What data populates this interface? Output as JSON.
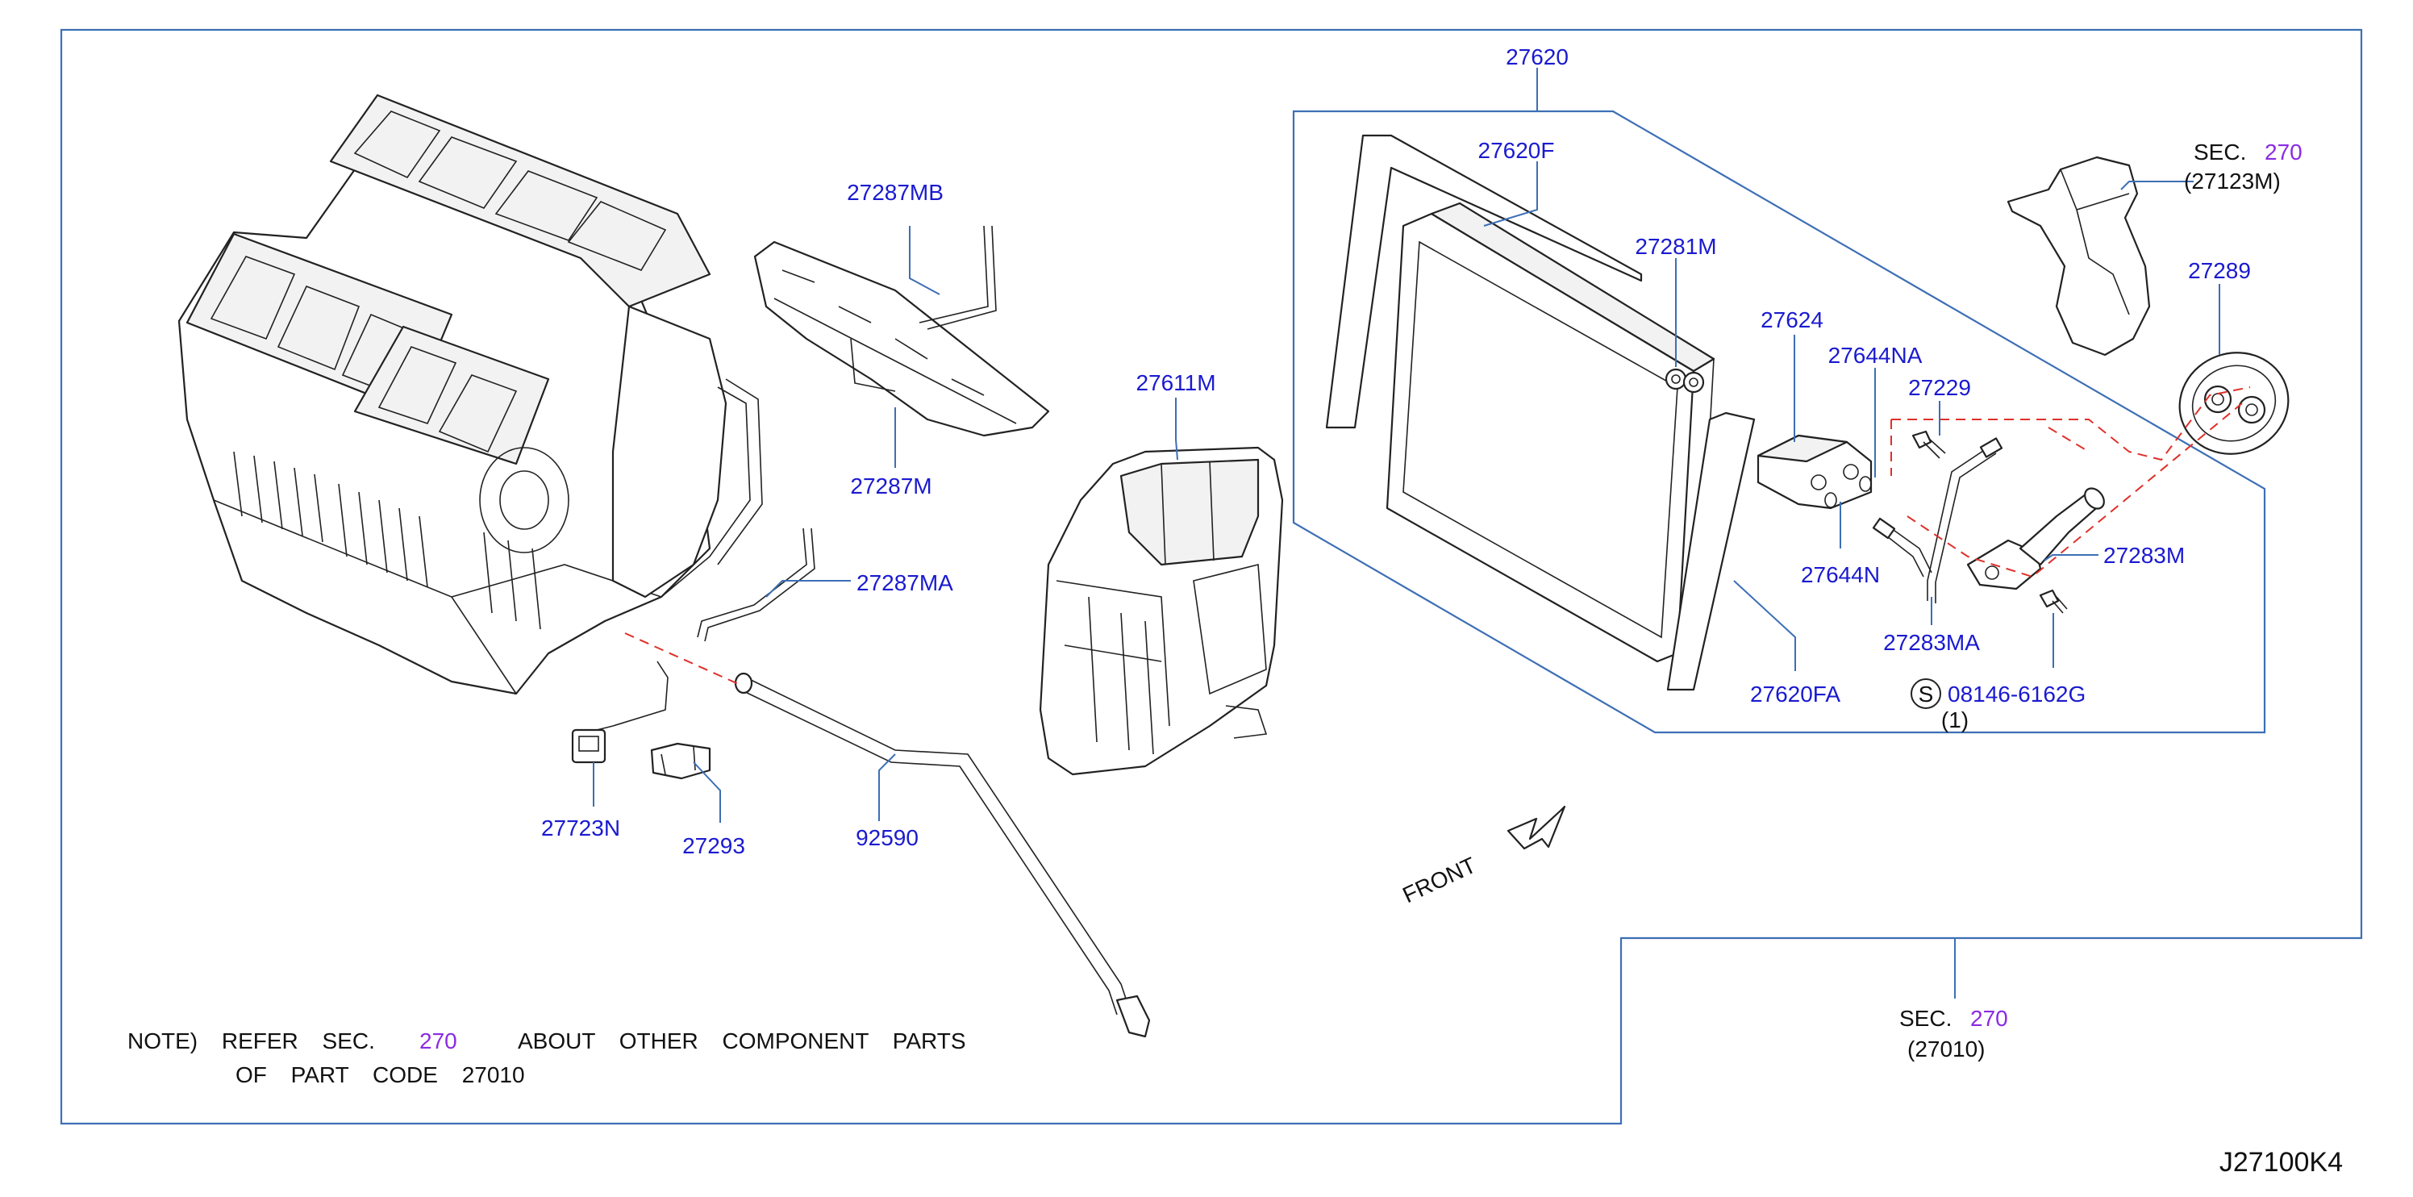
{
  "diagram_code": "J27100K4",
  "note": {
    "line1_prefix": "NOTE)  REFER  SEC.",
    "sec_ref": "270",
    "line1_suffix": "ABOUT  OTHER  COMPONENT  PARTS",
    "line2": "OF  PART  CODE  27010"
  },
  "sec_refs": {
    "top_right": {
      "label": "SEC.",
      "number": "270",
      "part": "(27123M)"
    },
    "bottom_right": {
      "label": "SEC.",
      "number": "270",
      "part": "(27010)"
    }
  },
  "front_label": "FRONT",
  "screw_symbol": "S",
  "parts": {
    "p27620": "27620",
    "p27620F": "27620F",
    "p27281M": "27281M",
    "p27624": "27624",
    "p27644NA": "27644NA",
    "p27229": "27229",
    "p27289": "27289",
    "p27283M": "27283M",
    "p27644N": "27644N",
    "p27283MA": "27283MA",
    "p27620FA": "27620FA",
    "p08146": "08146-6162G",
    "p08146_qty": "(1)",
    "p27287MB": "27287MB",
    "p27287M": "27287M",
    "p27287MA": "27287MA",
    "p27611M": "27611M",
    "p27723N": "27723N",
    "p27293": "27293",
    "p92590": "92590"
  }
}
